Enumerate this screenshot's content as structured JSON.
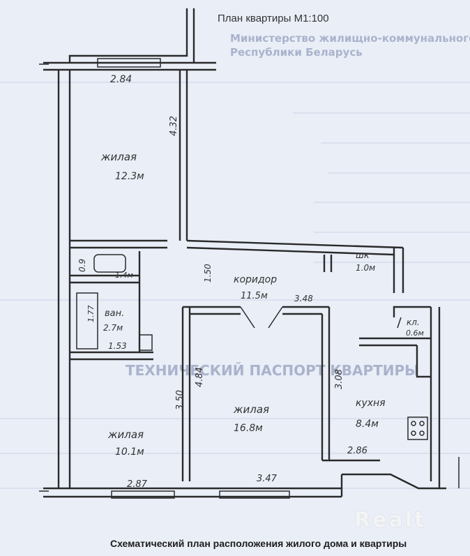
{
  "plan": {
    "title": "План квартиры М1:100",
    "caption": "Схематический план расположения жилого дома и квартиры",
    "watermark": "Realt"
  },
  "rooms": [
    {
      "name": "жилая",
      "area": "12.3м"
    },
    {
      "name": "коридор",
      "area": "11.5м"
    },
    {
      "name": "шк",
      "area": "1.0м"
    },
    {
      "name": "ван.",
      "area": "2.7м"
    },
    {
      "name": "кл.",
      "area": "0.6м"
    },
    {
      "name": "жилая",
      "area": "16.8м"
    },
    {
      "name": "кухня",
      "area": "8.4м"
    },
    {
      "name": "жилая",
      "area": "10.1м"
    },
    {
      "name": "",
      "area": "1.4м"
    }
  ],
  "dimensions": [
    "2.84",
    "4.32",
    "0.9",
    "1.50",
    "3.48",
    "1.77",
    "1.53",
    "3.50",
    "4.84",
    "3.08",
    "2.86",
    "2.87",
    "3.47"
  ],
  "background_form": {
    "header_1": "Министерство жилищно-коммунального хозяйства",
    "header_2": "Республики Беларусь",
    "section_title": "ТЕХНИЧЕСКИЙ ПАСПОРТ КВАРТИРЫ"
  }
}
